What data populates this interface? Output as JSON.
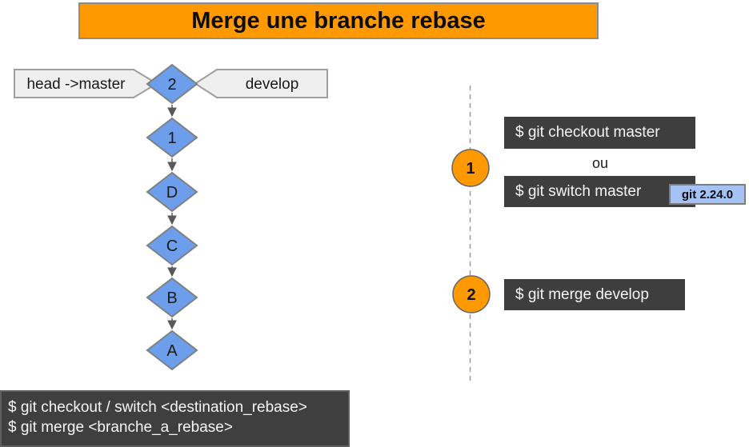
{
  "title": "Merge une branche rebase",
  "colors": {
    "banner_orange": "#FF9900",
    "diamond_blue": "#6D9EEB",
    "shape_gray": "#EFEFEF",
    "box_dark": "#3E3E3E",
    "badge_blue": "#A4C2F4",
    "circle_orange": "#FF9900"
  },
  "flowchart": {
    "branch_labels": {
      "head": "head ->master",
      "develop": "develop"
    },
    "nodes": [
      {
        "label": "2"
      },
      {
        "label": "1"
      },
      {
        "label": "D"
      },
      {
        "label": "C"
      },
      {
        "label": "B"
      },
      {
        "label": "A"
      }
    ]
  },
  "steps": [
    {
      "number": "1",
      "command_a": "$ git checkout master",
      "separator": "ou",
      "command_b": "$ git switch master",
      "badge": "git 2.24.0"
    },
    {
      "number": "2",
      "command_a": "$ git merge develop"
    }
  ],
  "legend": {
    "line1": "$ git checkout / switch <destination_rebase>",
    "line2": "$ git merge <branche_a_rebase>"
  }
}
